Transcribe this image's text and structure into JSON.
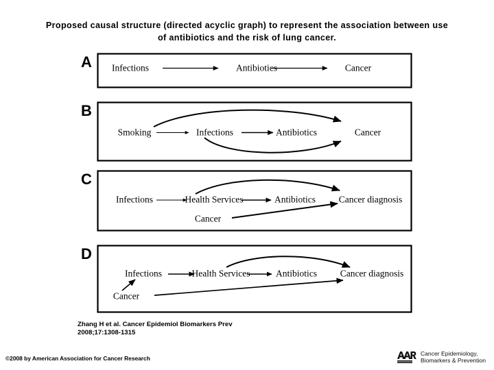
{
  "slide": {
    "title": "Proposed causal structure (directed acyclic graph) to represent the association between use\nof antibiotics and the risk of lung cancer."
  },
  "figure": {
    "panels": [
      {
        "letter": "A",
        "nodes": [
          {
            "name": "infections",
            "label": "Infections"
          },
          {
            "name": "antibiotics",
            "label": "Antibiotics"
          },
          {
            "name": "cancer",
            "label": "Cancer"
          }
        ],
        "edges": [
          {
            "from": "Infections",
            "to": "Antibiotics",
            "style": "straight"
          },
          {
            "from": "Antibiotics",
            "to": "Cancer",
            "style": "straight"
          }
        ]
      },
      {
        "letter": "B",
        "nodes": [
          {
            "name": "smoking",
            "label": "Smoking"
          },
          {
            "name": "infections",
            "label": "Infections"
          },
          {
            "name": "antibiotics",
            "label": "Antibiotics"
          },
          {
            "name": "cancer",
            "label": "Cancer"
          }
        ],
        "edges": [
          {
            "from": "Smoking",
            "to": "Infections",
            "style": "straight"
          },
          {
            "from": "Infections",
            "to": "Antibiotics",
            "style": "straight"
          },
          {
            "from": "Smoking",
            "to": "Cancer",
            "style": "curve-above"
          },
          {
            "from": "Infections",
            "to": "Cancer",
            "style": "curve-below"
          }
        ]
      },
      {
        "letter": "C",
        "nodes": [
          {
            "name": "infections",
            "label": "Infections"
          },
          {
            "name": "health-services",
            "label": "Health Services"
          },
          {
            "name": "antibiotics",
            "label": "Antibiotics"
          },
          {
            "name": "cancer-diagnosis",
            "label": "Cancer diagnosis"
          },
          {
            "name": "cancer",
            "label": "Cancer"
          }
        ],
        "edges": [
          {
            "from": "Infections",
            "to": "Health Services",
            "style": "straight"
          },
          {
            "from": "Health Services",
            "to": "Antibiotics",
            "style": "straight"
          },
          {
            "from": "Health Services",
            "to": "Cancer diagnosis",
            "style": "curve-above"
          },
          {
            "from": "Cancer",
            "to": "Cancer diagnosis",
            "style": "straight"
          }
        ]
      },
      {
        "letter": "D",
        "nodes": [
          {
            "name": "infections",
            "label": "Infections"
          },
          {
            "name": "health-services",
            "label": "Health Services"
          },
          {
            "name": "antibiotics",
            "label": "Antibiotics"
          },
          {
            "name": "cancer-diagnosis",
            "label": "Cancer diagnosis"
          },
          {
            "name": "cancer",
            "label": "Cancer"
          }
        ],
        "edges": [
          {
            "from": "Infections",
            "to": "Health Services",
            "style": "straight"
          },
          {
            "from": "Health Services",
            "to": "Antibiotics",
            "style": "straight"
          },
          {
            "from": "Health Services",
            "to": "Cancer diagnosis",
            "style": "curve-above"
          },
          {
            "from": "Cancer",
            "to": "Cancer diagnosis",
            "style": "straight"
          },
          {
            "from": "Cancer",
            "to": "Infections",
            "style": "straight"
          }
        ]
      }
    ]
  },
  "citation": {
    "text": "Zhang H et al. Cancer Epidemiol Biomarkers Prev\n2008;17:1308-1315"
  },
  "footer": {
    "copyright": "©2008 by American Association for Cancer Research",
    "logo_mark": "aacr-logo",
    "logo_text": "Cancer Epidemiology,\nBiomarkers & Prevention"
  },
  "colors": {
    "ink": "#000000",
    "background": "#ffffff"
  }
}
